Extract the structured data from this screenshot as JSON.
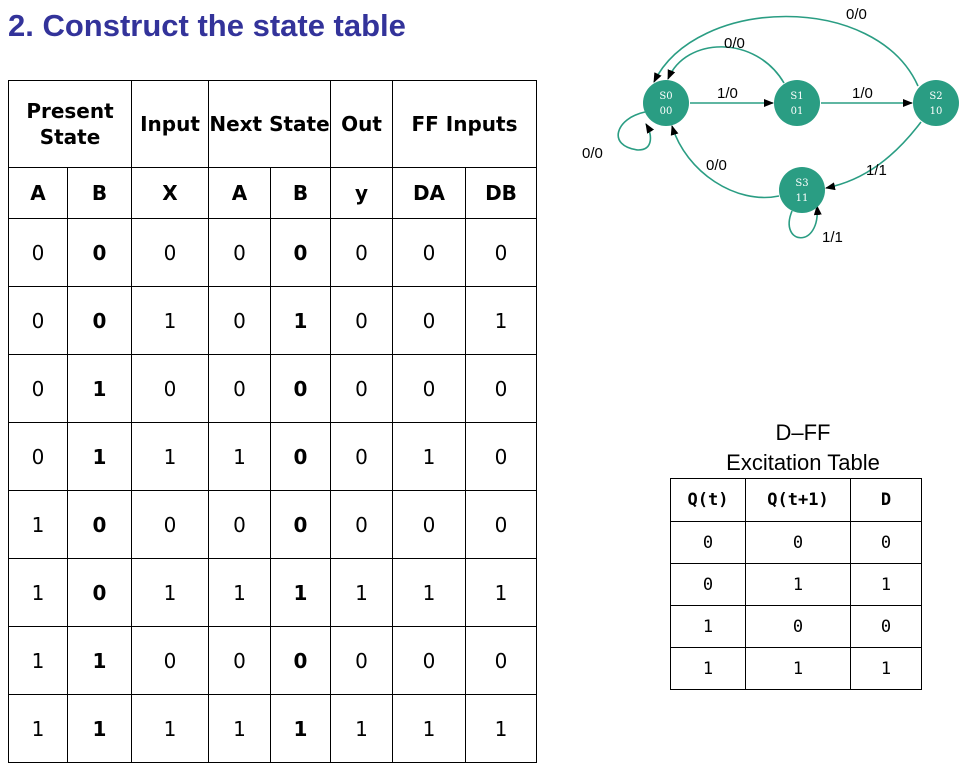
{
  "title": "2. Construct the state table",
  "state_table": {
    "groups": [
      "Present State",
      "Input",
      "Next State",
      "Out",
      "FF Inputs"
    ],
    "columns": [
      "A",
      "B",
      "X",
      "A",
      "B",
      "y",
      "DA",
      "DB"
    ],
    "rows": [
      [
        "0",
        "0",
        "0",
        "0",
        "0",
        "0",
        "0",
        "0"
      ],
      [
        "0",
        "0",
        "1",
        "0",
        "1",
        "0",
        "0",
        "1"
      ],
      [
        "0",
        "1",
        "0",
        "0",
        "0",
        "0",
        "0",
        "0"
      ],
      [
        "0",
        "1",
        "1",
        "1",
        "0",
        "0",
        "1",
        "0"
      ],
      [
        "1",
        "0",
        "0",
        "0",
        "0",
        "0",
        "0",
        "0"
      ],
      [
        "1",
        "0",
        "1",
        "1",
        "1",
        "1",
        "1",
        "1"
      ],
      [
        "1",
        "1",
        "0",
        "0",
        "0",
        "0",
        "0",
        "0"
      ],
      [
        "1",
        "1",
        "1",
        "1",
        "1",
        "1",
        "1",
        "1"
      ]
    ]
  },
  "diagram": {
    "node_color": "#2a9d83",
    "states": [
      {
        "name": "S0",
        "code": "00"
      },
      {
        "name": "S1",
        "code": "01"
      },
      {
        "name": "S2",
        "code": "10"
      },
      {
        "name": "S3",
        "code": "11"
      }
    ],
    "transitions": [
      {
        "from": "S0",
        "to": "S0",
        "label": "0/0"
      },
      {
        "from": "S0",
        "to": "S1",
        "label": "1/0"
      },
      {
        "from": "S1",
        "to": "S0",
        "label": "0/0"
      },
      {
        "from": "S1",
        "to": "S2",
        "label": "1/0"
      },
      {
        "from": "S2",
        "to": "S0",
        "label": "0/0"
      },
      {
        "from": "S2",
        "to": "S3",
        "label": "1/1"
      },
      {
        "from": "S3",
        "to": "S0",
        "label": "0/0"
      },
      {
        "from": "S3",
        "to": "S3",
        "label": "1/1"
      }
    ]
  },
  "excitation": {
    "title_line1": "D–FF",
    "title_line2": "Excitation Table",
    "headers": [
      "Q(t)",
      "Q(t+1)",
      "D"
    ],
    "rows": [
      [
        "0",
        "0",
        "0"
      ],
      [
        "0",
        "1",
        "1"
      ],
      [
        "1",
        "0",
        "0"
      ],
      [
        "1",
        "1",
        "1"
      ]
    ]
  }
}
